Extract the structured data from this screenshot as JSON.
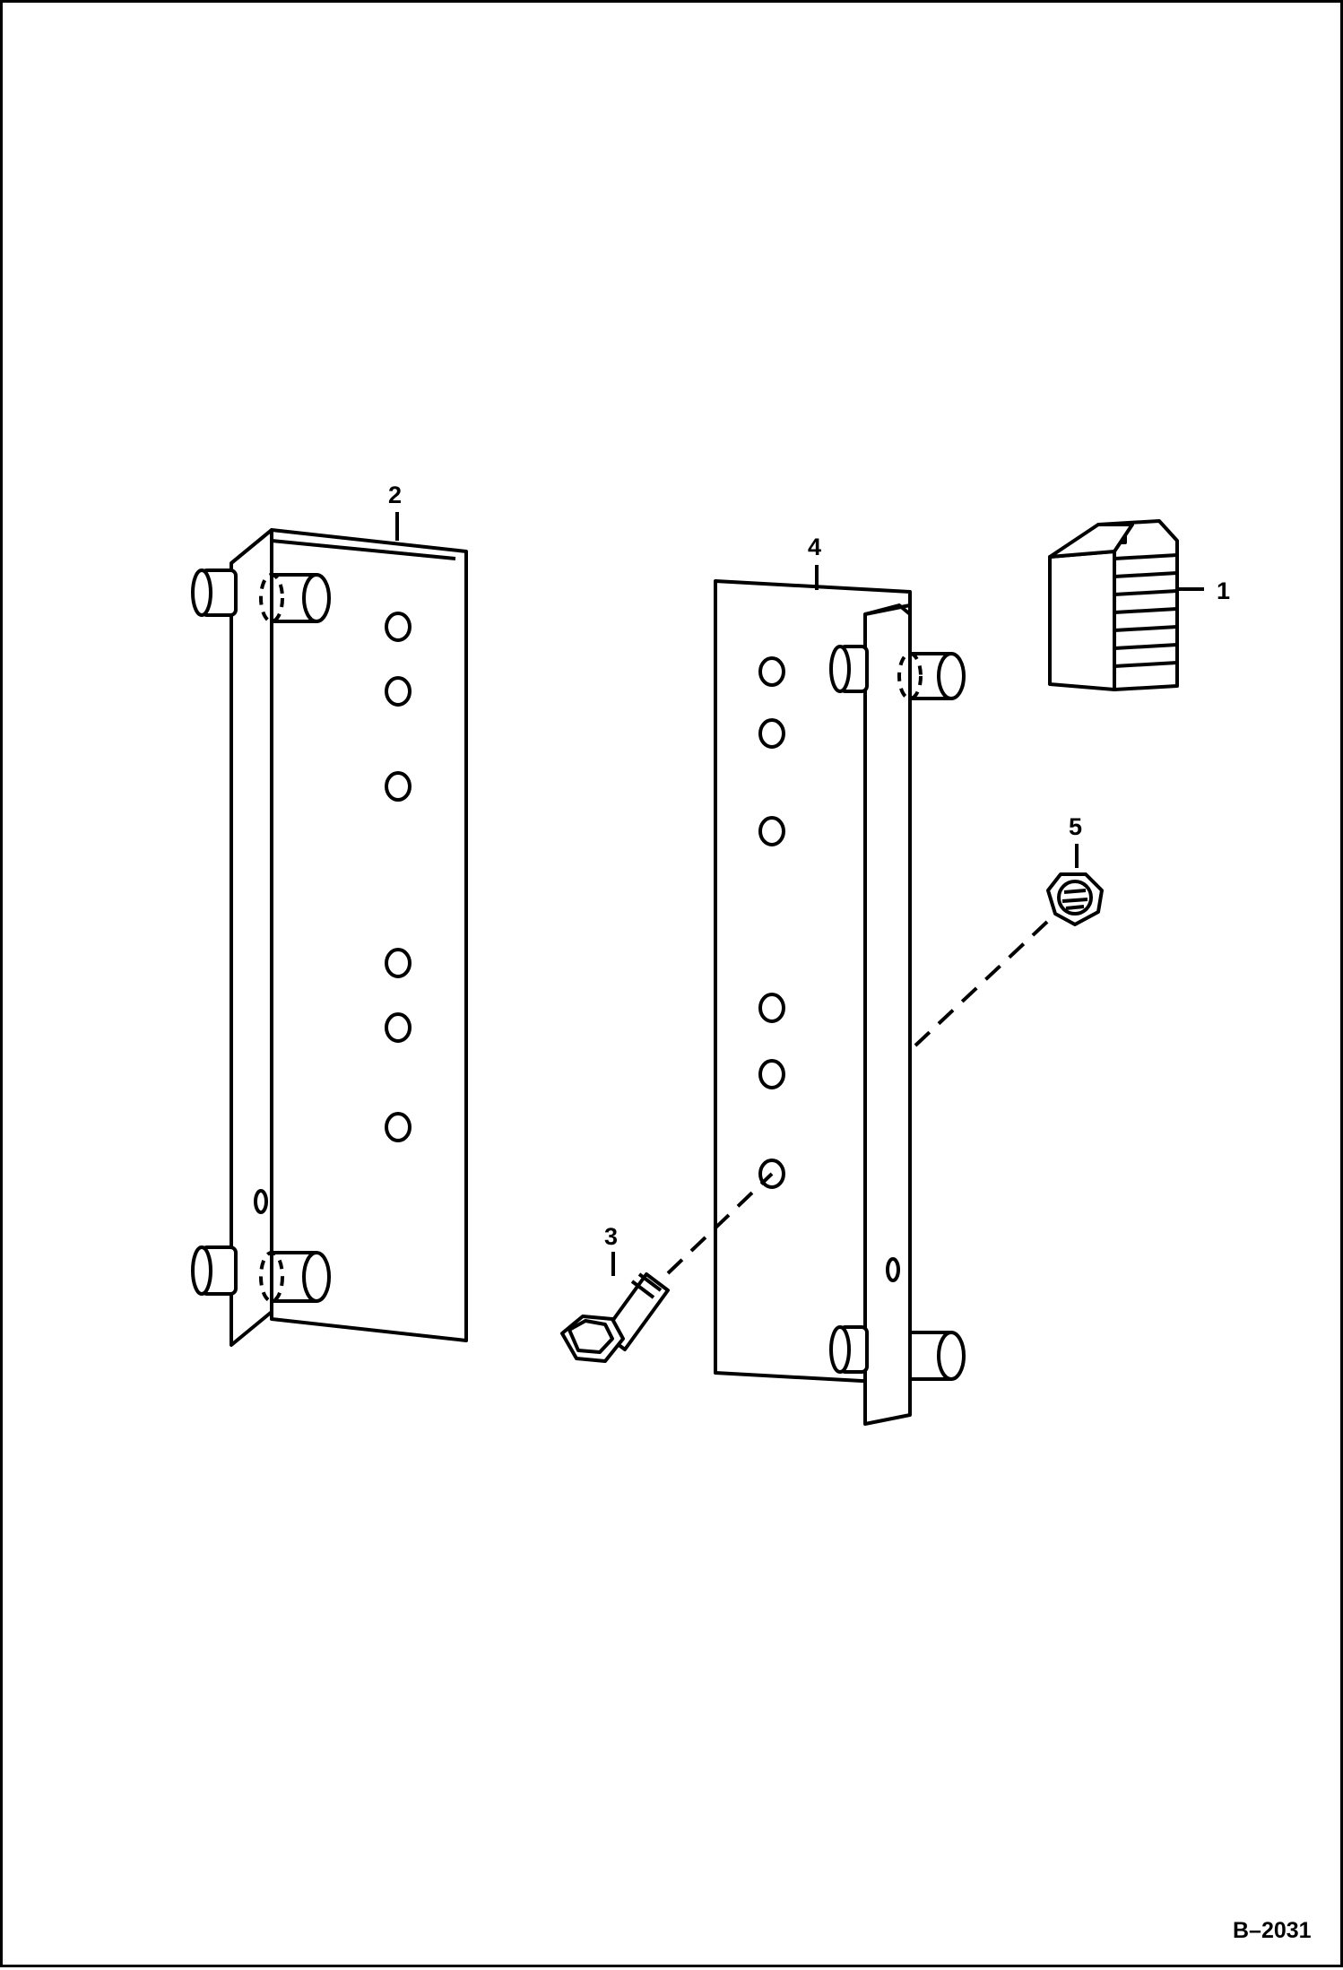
{
  "diagram": {
    "callouts": {
      "item_1": "1",
      "item_2": "2",
      "item_3": "3",
      "item_4": "4",
      "item_5": "5"
    },
    "figure_number": "B–2031"
  }
}
